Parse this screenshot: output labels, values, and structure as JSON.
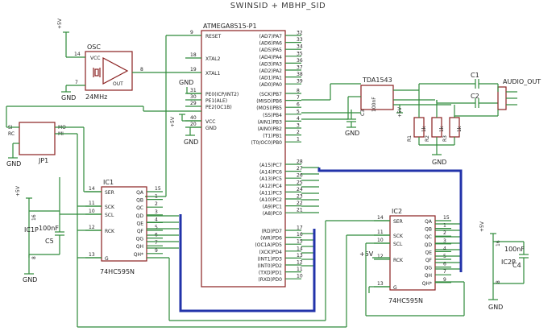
{
  "title": "SWINSID + MBHP_SID",
  "mcu": {
    "name": "ATMEGA8515-P1",
    "left_pins": [
      {
        "label": "RESET",
        "num": "9"
      },
      {
        "label": "XTAL2",
        "num": "18"
      },
      {
        "label": "XTAL1",
        "num": "19"
      },
      {
        "label": "PE0(ICP/INT2)",
        "num": "31"
      },
      {
        "label": "PE1(ALE)",
        "num": "30"
      },
      {
        "label": "PE2(OC1B)",
        "num": "29"
      },
      {
        "label": "VCC",
        "num": "40"
      },
      {
        "label": "GND",
        "num": "20"
      }
    ],
    "right_pins": [
      {
        "label": "(AD7)PA7",
        "num": "32"
      },
      {
        "label": "(AD6)PA6",
        "num": "33"
      },
      {
        "label": "(AD5)PA5",
        "num": "34"
      },
      {
        "label": "(AD4)PA4",
        "num": "35"
      },
      {
        "label": "(AD3)PA3",
        "num": "36"
      },
      {
        "label": "(AD2)PA2",
        "num": "37"
      },
      {
        "label": "(AD1)PA1",
        "num": "38"
      },
      {
        "label": "(AD0)PA0",
        "num": "39"
      },
      {
        "label": "(SCK)PB7",
        "num": "8"
      },
      {
        "label": "(MISO)PB6",
        "num": "7"
      },
      {
        "label": "(MOSI)PB5",
        "num": "6"
      },
      {
        "label": "(SS)PB4",
        "num": "5"
      },
      {
        "label": "(AIN1)PB3",
        "num": "4"
      },
      {
        "label": "(AIN0)PB2",
        "num": "3"
      },
      {
        "label": "(T1)PB1",
        "num": "2"
      },
      {
        "label": "(T0/OC0)PB0",
        "num": "1"
      },
      {
        "label": "(A15)PC7",
        "num": "28"
      },
      {
        "label": "(A14)PC6",
        "num": "27"
      },
      {
        "label": "(A13)PC5",
        "num": "26"
      },
      {
        "label": "(A12)PC4",
        "num": "25"
      },
      {
        "label": "(A11)PC3",
        "num": "24"
      },
      {
        "label": "(A10)PC2",
        "num": "23"
      },
      {
        "label": "(A9)PC1",
        "num": "22"
      },
      {
        "label": "(A8)PC0",
        "num": "21"
      },
      {
        "label": "(RD)PD7",
        "num": "17"
      },
      {
        "label": "(WR)PD6",
        "num": "16"
      },
      {
        "label": "(OC1A)PD5",
        "num": "15"
      },
      {
        "label": "(XCK)PD4",
        "num": "14"
      },
      {
        "label": "(INT1)PD3",
        "num": "13"
      },
      {
        "label": "(INT0)PD2",
        "num": "12"
      },
      {
        "label": "(TXD)PD1",
        "num": "11"
      },
      {
        "label": "(RXD)PD0",
        "num": "10"
      }
    ]
  },
  "osc": {
    "name": "OSC",
    "vcc": "VCC",
    "out": "OUT",
    "freq": "24MHz",
    "pin_vcc": "14",
    "pin_gnd": "7",
    "pin_out": "8"
  },
  "tda": {
    "name": "TDA1543",
    "cap": "100nF"
  },
  "caps": {
    "c1": "C1",
    "c2": "C2",
    "c3": "C3",
    "c4": "C4",
    "c5": "C5",
    "val": "100nF",
    "ic1p": "IC1P",
    "ic2p": "IC2P",
    "c5val": "100nF"
  },
  "res": {
    "r1": "R1",
    "r2": "R2",
    "r3": "R3",
    "val": "1k"
  },
  "audio_out": "AUDIO_OUT",
  "jp1": {
    "name": "JP1",
    "lbl_si": "SI",
    "lbl_rc": "RC",
    "lbl_mo": "MO",
    "lbl_mi": "MI"
  },
  "ic1": {
    "name": "IC1",
    "part": "74HC595N",
    "left": [
      {
        "label": "SER",
        "num": "14"
      },
      {
        "label": "SCK",
        "num": "11"
      },
      {
        "label": "SCL",
        "num": "10"
      },
      {
        "label": "RCK",
        "num": "12"
      },
      {
        "label": "G",
        "num": "13"
      }
    ],
    "right": [
      {
        "label": "QA",
        "num": "15"
      },
      {
        "label": "QB",
        "num": "1"
      },
      {
        "label": "QC",
        "num": "2"
      },
      {
        "label": "QD",
        "num": "3"
      },
      {
        "label": "QE",
        "num": "4"
      },
      {
        "label": "QF",
        "num": "5"
      },
      {
        "label": "QG",
        "num": "6"
      },
      {
        "label": "QH",
        "num": "7"
      },
      {
        "label": "QH*",
        "num": "9"
      }
    ]
  },
  "ic2": {
    "name": "IC2",
    "part": "74HC595N",
    "left": [
      {
        "label": "SER",
        "num": "14"
      },
      {
        "label": "SCK",
        "num": "11"
      },
      {
        "label": "SCL",
        "num": "10"
      },
      {
        "label": "RCK",
        "num": "12"
      },
      {
        "label": "G",
        "num": "13"
      }
    ],
    "right": [
      {
        "label": "QA",
        "num": "15"
      },
      {
        "label": "QB",
        "num": "1"
      },
      {
        "label": "QC",
        "num": "2"
      },
      {
        "label": "QD",
        "num": "3"
      },
      {
        "label": "QE",
        "num": "4"
      },
      {
        "label": "QF",
        "num": "5"
      },
      {
        "label": "QG",
        "num": "6"
      },
      {
        "label": "QH",
        "num": "7"
      },
      {
        "label": "QH*",
        "num": "9"
      }
    ]
  },
  "power": {
    "vcc": "+5V",
    "gnd": "GND",
    "vcc_pin": "16",
    "gnd_pin": "8"
  }
}
